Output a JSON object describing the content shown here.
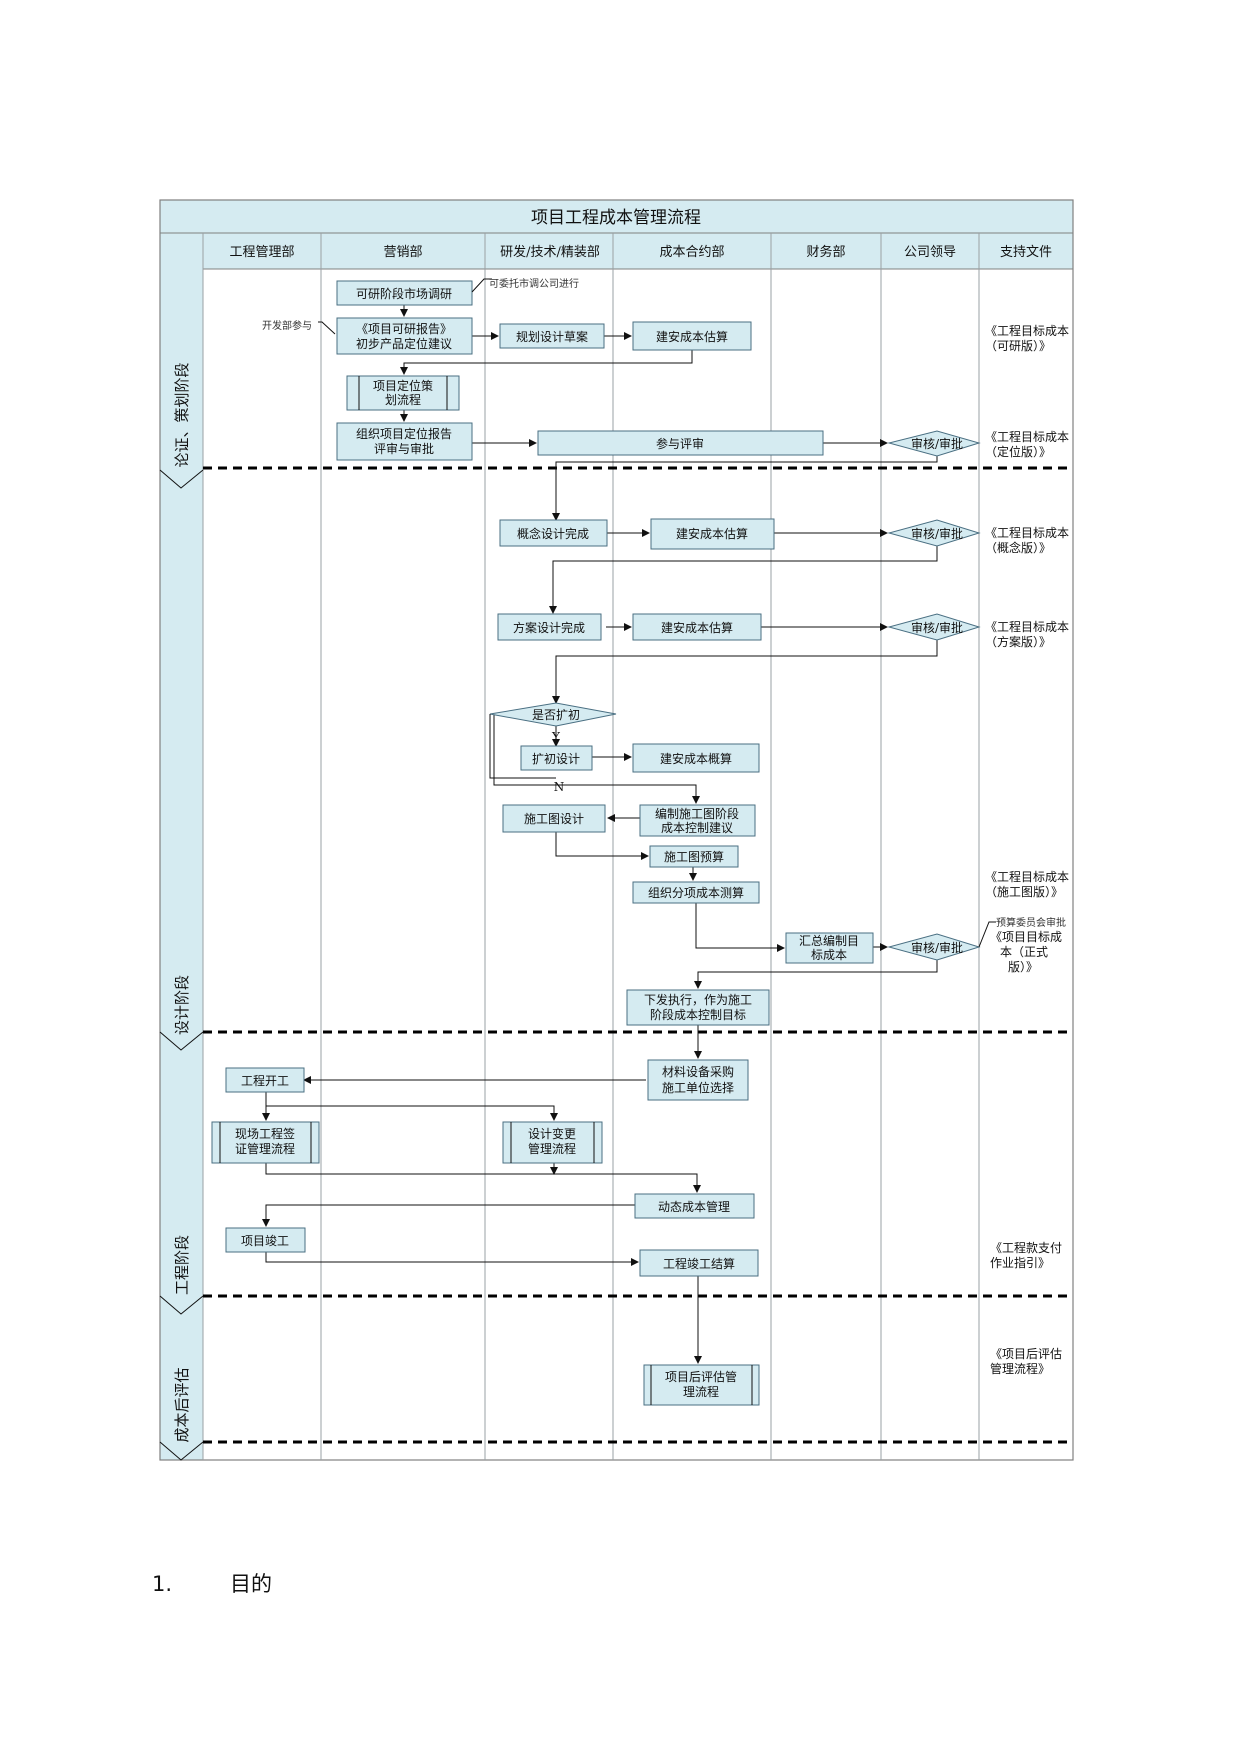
{
  "title": "项目工程成本管理流程",
  "columns": [
    "工程管理部",
    "营销部",
    "研发/技术/精装部",
    "成本合约部",
    "财务部",
    "公司领导",
    "支持文件"
  ],
  "phases": [
    "论证、策划阶段",
    "设计阶段",
    "工程阶段",
    "成本后评估"
  ],
  "nodes": {
    "market_research": "可研阶段市场调研",
    "feasibility_1": "《项目可研报告》",
    "feasibility_2": "初步产品定位建议",
    "plan_draft": "规划设计草案",
    "est_1": "建安成本估算",
    "positioning_1": "项目定位策",
    "positioning_2": "划流程",
    "review_report_1": "组织项目定位报告",
    "review_report_2": "评审与审批",
    "participate": "参与评审",
    "approve": "审核/审批",
    "concept_done": "概念设计完成",
    "est_2": "建安成本估算",
    "scheme_done": "方案设计完成",
    "est_3": "建安成本估算",
    "decision": "是否扩初",
    "yes": "Y",
    "no": "N",
    "prelim_design": "扩初设计",
    "rough_est": "建安成本概算",
    "cd_design": "施工图设计",
    "cd_control_1": "编制施工图阶段",
    "cd_control_2": "成本控制建议",
    "cd_budget": "施工图预算",
    "sub_measure": "组织分项成本测算",
    "summary_1": "汇总编制目",
    "summary_2": "标成本",
    "issue_1": "下发执行，作为施工",
    "issue_2": "阶段成本控制目标",
    "procure_1": "材料设备采购",
    "procure_2": "施工单位选择",
    "start": "工程开工",
    "visa_1": "现场工程签",
    "visa_2": "证管理流程",
    "change_1": "设计变更",
    "change_2": "管理流程",
    "dynamic": "动态成本管理",
    "completion": "项目竣工",
    "settlement": "工程竣工结算",
    "post_eval_1": "项目后评估管",
    "post_eval_2": "理流程"
  },
  "notes": {
    "entrust": "可委托市调公司进行",
    "dev_join": "开发部参与",
    "budget_committee": "预算委员会审批"
  },
  "documents": {
    "d1a": "《工程目标成本",
    "d1b": "（可研版）》",
    "d2a": "《工程目标成本",
    "d2b": "（定位版）》",
    "d3a": "《工程目标成本",
    "d3b": "（概念版）》",
    "d4a": "《工程目标成本",
    "d4b": "（方案版）》",
    "d5a": "《工程目标成本",
    "d5b": "（施工图版）》",
    "d6a": "《项目目标成",
    "d6b": "本（正式",
    "d6c": "版）》",
    "d7a": "《工程款支付",
    "d7b": "作业指引》",
    "d8a": "《项目后评估",
    "d8b": "管理流程》"
  },
  "section_heading": {
    "number": "1.",
    "text": "目的"
  }
}
